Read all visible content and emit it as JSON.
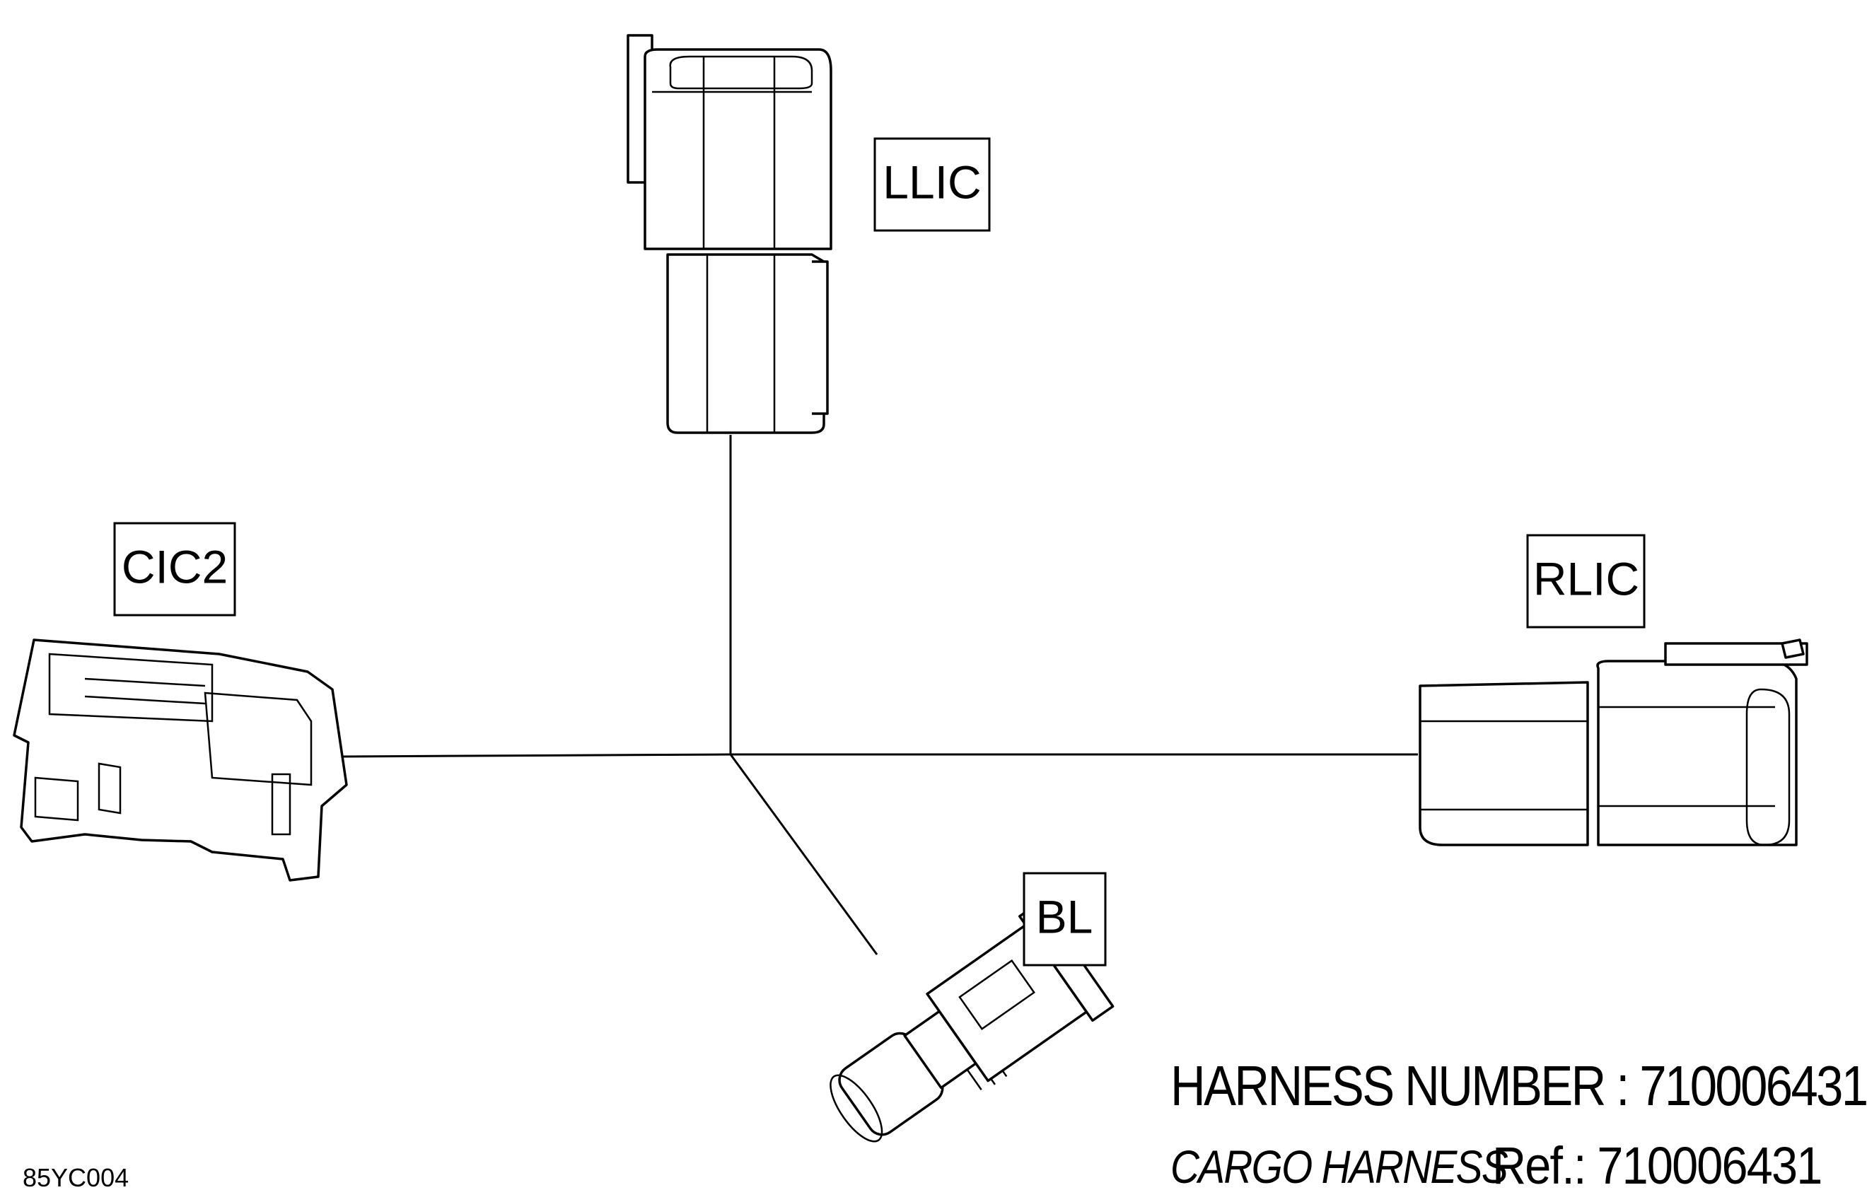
{
  "connectors": [
    {
      "id": "LLIC",
      "label": "LLIC"
    },
    {
      "id": "CIC2",
      "label": "CIC2"
    },
    {
      "id": "RLIC",
      "label": "RLIC"
    },
    {
      "id": "BL",
      "label": "BL"
    }
  ],
  "harness": {
    "number_label": "HARNESS NUMBER : 710006431",
    "name": "CARGO HARNESS",
    "ref_label": "Ref.: 710006431"
  },
  "figure_code": "85YC004"
}
